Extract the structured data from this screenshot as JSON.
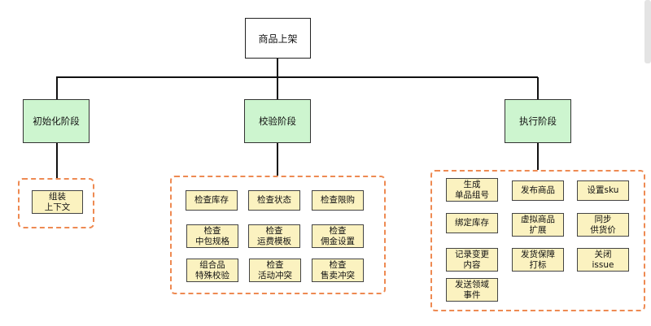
{
  "diagram": {
    "root": {
      "label": "商品上架"
    },
    "phases": [
      {
        "label": "初始化阶段",
        "tasks": [
          {
            "label": "组装\n上下文"
          }
        ]
      },
      {
        "label": "校验阶段",
        "tasks": [
          {
            "label": "检查库存"
          },
          {
            "label": "检查状态"
          },
          {
            "label": "检查限购"
          },
          {
            "label": "检查\n中包规格"
          },
          {
            "label": "检查\n运费模板"
          },
          {
            "label": "检查\n佣金设置"
          },
          {
            "label": "组合品\n特殊校验"
          },
          {
            "label": "检查\n活动冲突"
          },
          {
            "label": "检查\n售卖冲突"
          }
        ]
      },
      {
        "label": "执行阶段",
        "tasks": [
          {
            "label": "生成\n单品组号"
          },
          {
            "label": "发布商品"
          },
          {
            "label": "设置sku"
          },
          {
            "label": "绑定库存"
          },
          {
            "label": "虚拟商品\n扩展"
          },
          {
            "label": "同步\n供货价"
          },
          {
            "label": "记录变更\n内容"
          },
          {
            "label": "发货保障\n打标"
          },
          {
            "label": "关闭\nissue"
          },
          {
            "label": "发送领域\n事件"
          }
        ]
      }
    ]
  },
  "colors": {
    "line": "#111111",
    "dashed_border": "#ee8a52",
    "phase_fill": "#cdf5cf",
    "task_fill": "#fbf2c0",
    "root_fill": "#ffffff"
  }
}
